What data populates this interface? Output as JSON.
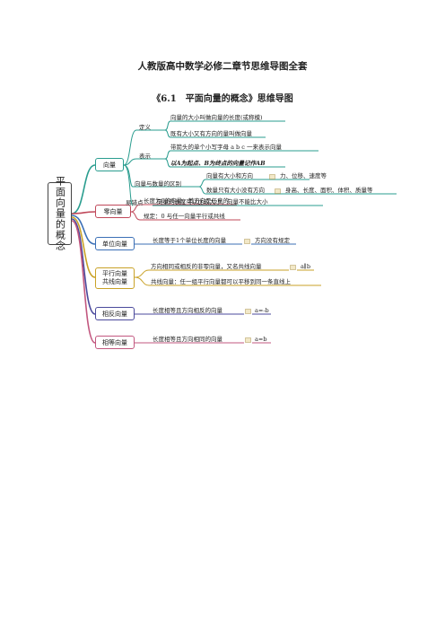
{
  "header": {
    "title": "人教版高中数学必修二章节思维导图全套",
    "subtitle": "《6.1　平面向量的概念》思维导图"
  },
  "root": {
    "label": "平面向量的概念"
  },
  "branches": {
    "vector": {
      "label": "向量",
      "definition": {
        "label": "定义",
        "items": [
          "向量的大小叫做向量的长度(或称模)",
          "既有大小又有方向的量叫做向量"
        ]
      },
      "representation": {
        "label": "表示",
        "items": [
          "带箭头的单个小写字母 a b c 一来表示向量",
          "以A为起点、B为终点的向量记作AB"
        ]
      },
      "difference": {
        "label": "向量与数量的区别",
        "items": [
          "向量有大小和方向",
          "数量只有大小没有方向"
        ],
        "examples": [
          "力、位移、速度等",
          "身高、长度、面积、体积、质量等"
        ]
      },
      "mistake": {
        "label": "易错点",
        "text": "向量的长度可以比较大小，向量不能比大小"
      }
    },
    "zero": {
      "label": "零向量",
      "items": [
        "长度为0的向量，其方向是任意的",
        "规定：0 与任一向量平行或共线"
      ]
    },
    "unit": {
      "label": "单位向量",
      "text": "长度等于1个单位长度的向量",
      "note": "方向没有规定"
    },
    "parallel": {
      "label": "平行向量共线向量",
      "items": [
        "方向相同或相反的非零向量，又名共线向量",
        "共线向量：任一组平行向量都可以平移到同一条直线上"
      ],
      "formula": "a∥b"
    },
    "opposite": {
      "label": "相反向量",
      "text": "长度相等且方向相反的向量",
      "formula": "a=-b"
    },
    "equal": {
      "label": "相等向量",
      "text": "长度相等且方向相同的向量",
      "formula": "a=b"
    }
  },
  "colors": {
    "teal": "#2a9d8f",
    "red": "#c0485a",
    "blue": "#3b6fb6",
    "gold": "#c9a227",
    "indigo": "#4b4a9c",
    "pink": "#c2577f"
  }
}
